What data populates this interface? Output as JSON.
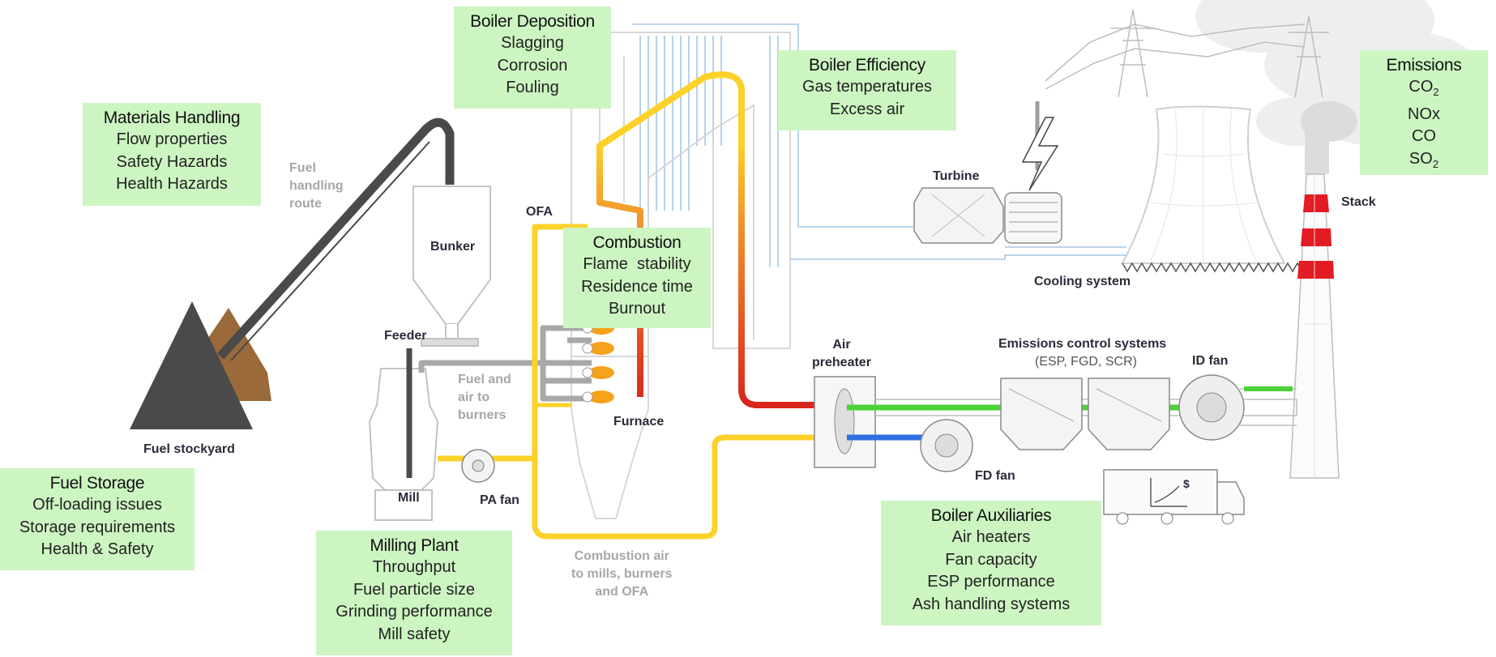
{
  "topics": {
    "materials_handling": {
      "title": "Materials Handling",
      "items": [
        "Flow properties",
        "Safety Hazards",
        "Health Hazards"
      ]
    },
    "boiler_deposition": {
      "title": "Boiler Deposition",
      "items": [
        "Slagging",
        "Corrosion",
        "Fouling"
      ]
    },
    "boiler_efficiency": {
      "title": "Boiler Efficiency",
      "items": [
        "Gas temperatures",
        "Excess air"
      ]
    },
    "emissions": {
      "title": "Emissions",
      "items": [
        "CO",
        "NOx",
        "CO",
        "SO"
      ],
      "subscripts": [
        "2",
        "",
        "",
        "2"
      ]
    },
    "combustion": {
      "title": "Combustion",
      "items": [
        "Flame  stability",
        "Residence time",
        "Burnout"
      ]
    },
    "fuel_storage": {
      "title": "Fuel Storage",
      "items": [
        "Off-loading issues",
        "Storage requirements",
        "Health & Safety"
      ]
    },
    "milling_plant": {
      "title": "Milling Plant",
      "items": [
        "Throughput",
        "Fuel particle size",
        "Grinding performance",
        "Mill safety"
      ]
    },
    "boiler_auxiliaries": {
      "title": "Boiler Auxiliaries",
      "items": [
        "Air heaters",
        "Fan capacity",
        "ESP performance",
        "Ash handling systems"
      ]
    }
  },
  "labels": {
    "fuel_handling_route": [
      "Fuel",
      "handling",
      "route"
    ],
    "bunker": "Bunker",
    "feeder": "Feeder",
    "ofa": "OFA",
    "fuel_and_air": [
      "Fuel and",
      "air to",
      "burners"
    ],
    "furnace": "Furnace",
    "mill": "Mill",
    "pa_fan": "PA fan",
    "fuel_stockyard": "Fuel stockyard",
    "combustion_air": [
      "Combustion air",
      "to mills, burners",
      "and OFA"
    ],
    "air_preheater": [
      "Air",
      "preheater"
    ],
    "emissions_control": "Emissions control systems",
    "emissions_control_sub": "(ESP, FGD, SCR)",
    "id_fan": "ID fan",
    "fd_fan": "FD fan",
    "turbine": "Turbine",
    "cooling_system": "Cooling system",
    "stack": "Stack",
    "dollar": "$"
  },
  "colors": {
    "topic_box": "#cdf5c2",
    "fuel_line": "#4a4a4a",
    "hot_gas": "#fcd12a",
    "flame_orange": "#f0932b",
    "flame_red": "#d9261c",
    "flue_gas_green": "#4cd137",
    "cold_air_blue": "#2f6fe0",
    "steam_blue": "#9ec3e6",
    "stack_red": "#e31b23"
  }
}
